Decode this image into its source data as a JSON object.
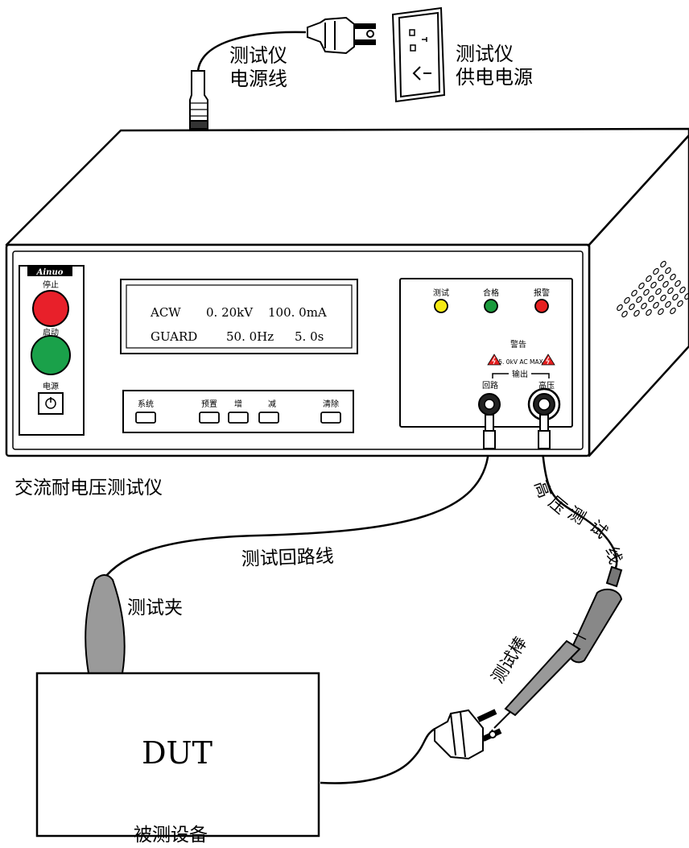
{
  "labels": {
    "power_cord": [
      "测试仪",
      "电源线"
    ],
    "power_supply": [
      "测试仪",
      "供电电源"
    ],
    "instrument": "交流耐电压测试仪",
    "return_lead": "测试回路线",
    "hv_lead": [
      "高",
      "压",
      "测",
      "试",
      "线"
    ],
    "clip": "测试夹",
    "probe": "测试棒",
    "dut": "DUT",
    "dut_caption": "被测设备"
  },
  "panel": {
    "brand": "Ainuo",
    "stop": "停止",
    "start": "启动",
    "power": "电源",
    "lcd_line1": [
      "ACW",
      "0. 20kV",
      "100. 0mA"
    ],
    "lcd_line2": [
      "GUARD",
      "50. 0Hz",
      "5. 0s"
    ],
    "keys": [
      "系统",
      "预置",
      "增",
      "减",
      "清除"
    ],
    "lamps": [
      "测试",
      "合格",
      "报警"
    ],
    "warning": "警告",
    "warning_rating": "5. 0kV AC MAX",
    "output": "输出",
    "return_jack": "回路",
    "hv_jack": "高压"
  },
  "colors": {
    "stop_button": "#e8202a",
    "start_button": "#1aa14a",
    "lamp_test": "#f5ea14",
    "lamp_pass": "#1a9a3c",
    "lamp_alarm": "#e62020",
    "clip_gray": "#9a9a9a"
  }
}
